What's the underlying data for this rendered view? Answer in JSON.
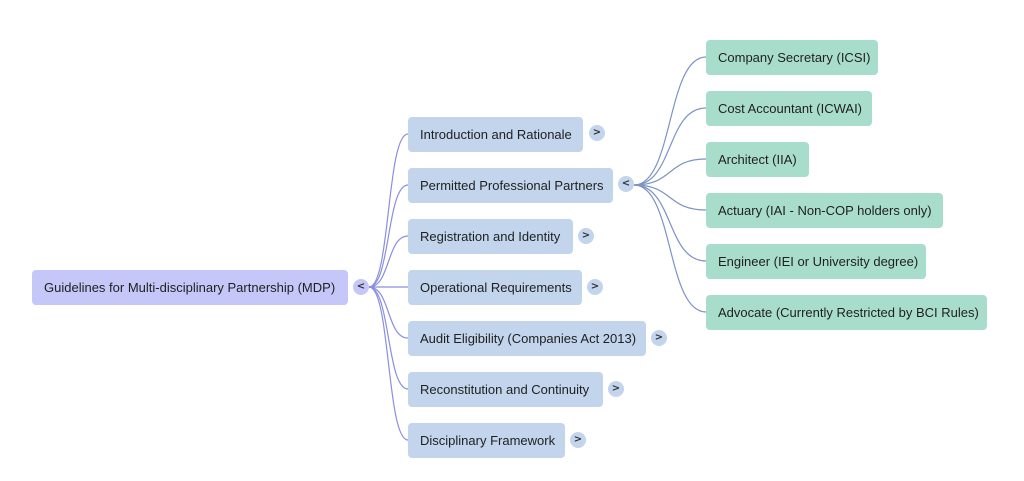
{
  "colors": {
    "root_fill": "#c4c7f8",
    "level1_fill": "#c2d5ec",
    "level2_fill": "#a8ddcc",
    "root_link": "#8a8fe0",
    "level1_link": "#7c93c4",
    "text": "#1f1f1f"
  },
  "root": {
    "label": "Guidelines for Multi-disciplinary Partnership (MDP)",
    "toggle": "<",
    "expanded": true
  },
  "level1": [
    {
      "label": "Introduction and Rationale",
      "toggle": ">",
      "expanded": false
    },
    {
      "label": "Permitted Professional Partners",
      "toggle": "<",
      "expanded": true,
      "children": [
        "Company Secretary (ICSI)",
        "Cost Accountant (ICWAI)",
        "Architect (IIA)",
        "Actuary (IAI - Non-COP holders only)",
        "Engineer (IEI or University degree)",
        "Advocate (Currently Restricted by BCI Rules)"
      ]
    },
    {
      "label": "Registration and Identity",
      "toggle": ">",
      "expanded": false
    },
    {
      "label": "Operational Requirements",
      "toggle": ">",
      "expanded": false
    },
    {
      "label": "Audit Eligibility (Companies Act 2013)",
      "toggle": ">",
      "expanded": false
    },
    {
      "label": "Reconstitution and Continuity",
      "toggle": ">",
      "expanded": false
    },
    {
      "label": "Disciplinary Framework",
      "toggle": ">",
      "expanded": false
    }
  ]
}
